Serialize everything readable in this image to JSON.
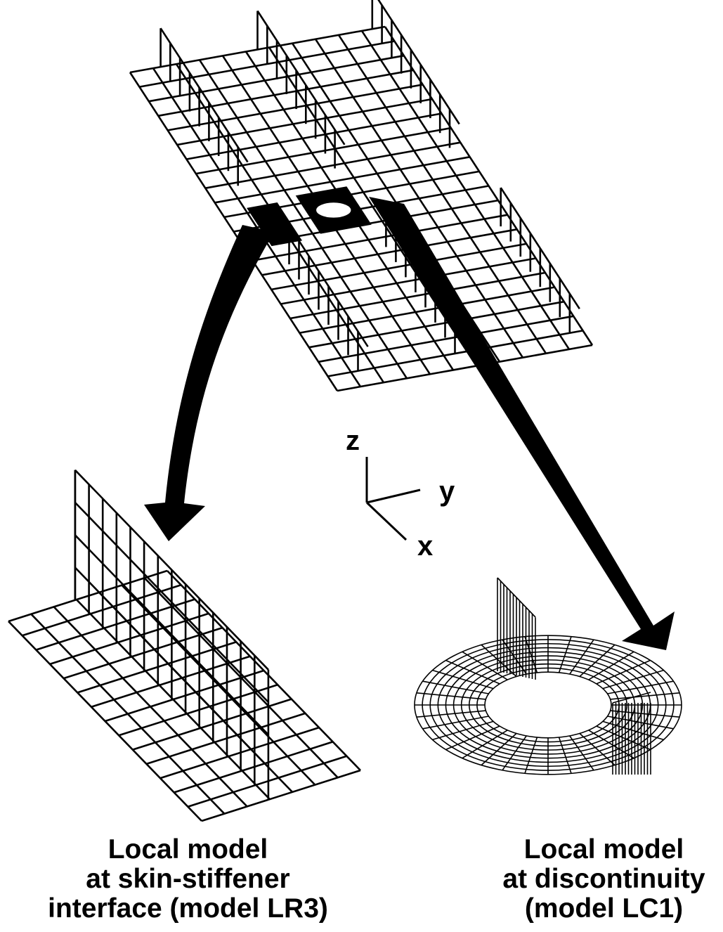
{
  "axes": {
    "z": "z",
    "y": "y",
    "x": "x"
  },
  "captions": {
    "left": [
      "Local model",
      "at skin-stiffener",
      "interface (model LR3)"
    ],
    "right": [
      "Local model",
      "at discontinuity",
      "(model LC1)"
    ]
  }
}
